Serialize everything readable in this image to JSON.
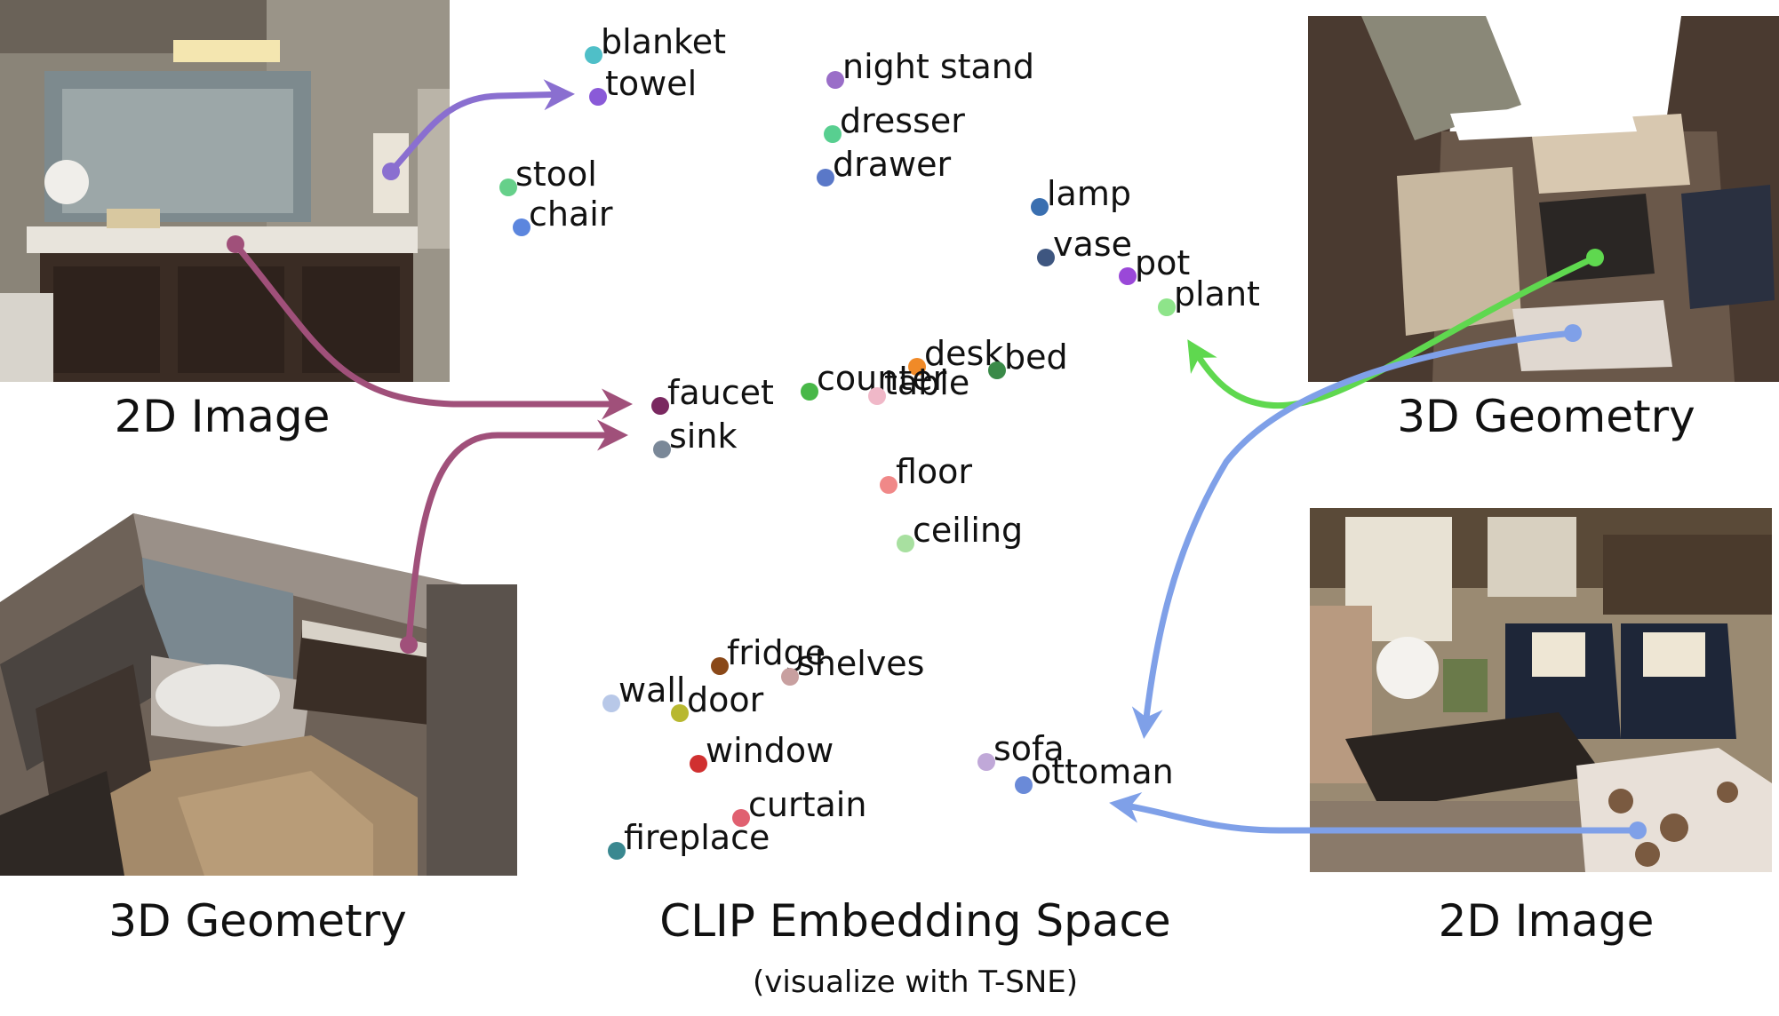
{
  "captions": {
    "top_left": "2D Image",
    "bottom_left": "3D Geometry",
    "center": "CLIP Embedding Space",
    "center_sub": "(visualize with T-SNE)",
    "top_right": "3D Geometry",
    "bottom_right": "2D Image"
  },
  "embedding_points": [
    {
      "label": "blanket",
      "color": "#4fbfc8"
    },
    {
      "label": "towel",
      "color": "#8a5ad8"
    },
    {
      "label": "night stand",
      "color": "#9a6ec8"
    },
    {
      "label": "dresser",
      "color": "#58cf90"
    },
    {
      "label": "drawer",
      "color": "#5a78c8"
    },
    {
      "label": "stool",
      "color": "#66d08a"
    },
    {
      "label": "chair",
      "color": "#5c86de"
    },
    {
      "label": "lamp",
      "color": "#3a6fb0"
    },
    {
      "label": "vase",
      "color": "#3e5680"
    },
    {
      "label": "pot",
      "color": "#9a48d8"
    },
    {
      "label": "plant",
      "color": "#8ee48a"
    },
    {
      "label": "desk",
      "color": "#f08a28"
    },
    {
      "label": "bed",
      "color": "#3a8a48"
    },
    {
      "label": "counter",
      "color": "#48b848"
    },
    {
      "label": "table",
      "color": "#f0b8c8"
    },
    {
      "label": "faucet",
      "color": "#7a2860"
    },
    {
      "label": "sink",
      "color": "#7a8898"
    },
    {
      "label": "floor",
      "color": "#f08888"
    },
    {
      "label": "ceiling",
      "color": "#a8e0a0"
    },
    {
      "label": "fridge",
      "color": "#8a4818"
    },
    {
      "label": "shelves",
      "color": "#c8a0a0"
    },
    {
      "label": "wall",
      "color": "#b8c8e8"
    },
    {
      "label": "door",
      "color": "#b8b830"
    },
    {
      "label": "window",
      "color": "#d03030"
    },
    {
      "label": "curtain",
      "color": "#e06070"
    },
    {
      "label": "fireplace",
      "color": "#3a8890"
    },
    {
      "label": "sofa",
      "color": "#c0a8d8"
    },
    {
      "label": "ottoman",
      "color": "#6a8ad8"
    }
  ],
  "arrows": {
    "purple": "#8a6fd0",
    "magenta": "#a0507a",
    "green": "#5fd84f",
    "blue": "#7fa0e8"
  }
}
